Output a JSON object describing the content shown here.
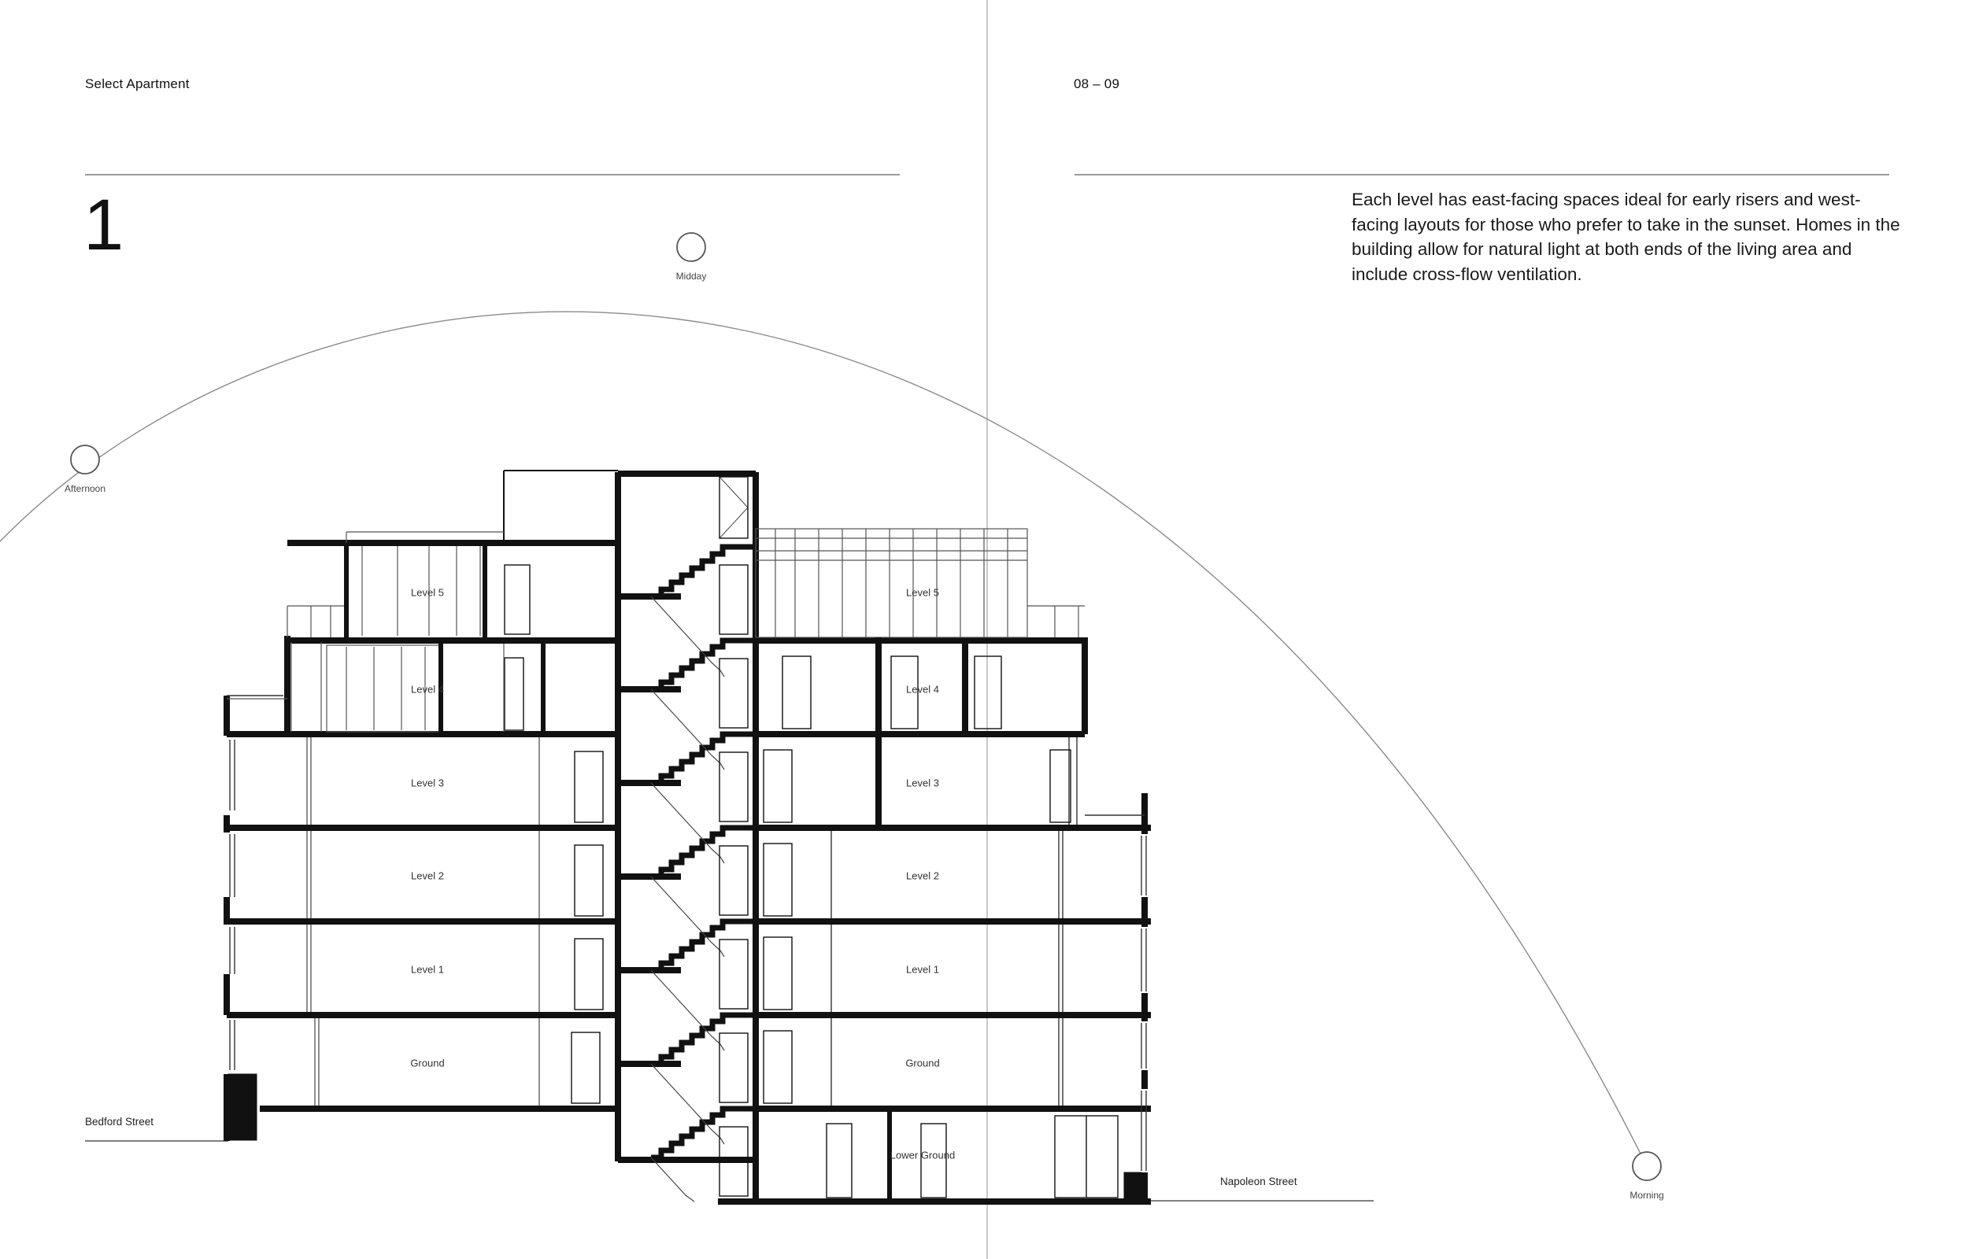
{
  "header": {
    "section_title": "Select Apartment",
    "page_numbers": "08 – 09"
  },
  "section_number": "1",
  "intro_text": "Each level has east-facing spaces ideal for early risers and west-facing layouts for those who prefer to take in the sunset. Homes in the building allow for natural light at both ends of the living area and include cross-flow ventilation.",
  "sun_positions": {
    "afternoon": "Afternoon",
    "midday": "Midday",
    "morning": "Morning"
  },
  "streets": {
    "west": "Bedford Street",
    "east": "Napoleon Street"
  },
  "levels": {
    "west_level5": "Level 5",
    "west_level4": "Level 4",
    "west_level3": "Level 3",
    "west_level2": "Level 2",
    "west_level1": "Level 1",
    "west_ground": "Ground",
    "east_level5": "Level 5",
    "east_level4": "Level 4",
    "east_level3": "Level 3",
    "east_level2": "Level 2",
    "east_level1": "Level 1",
    "east_ground": "Ground",
    "east_lower_ground": "Lower Ground"
  },
  "colors": {
    "ink": "#111111",
    "rule": "#9a9a9a",
    "arc": "#8a8a8a"
  }
}
